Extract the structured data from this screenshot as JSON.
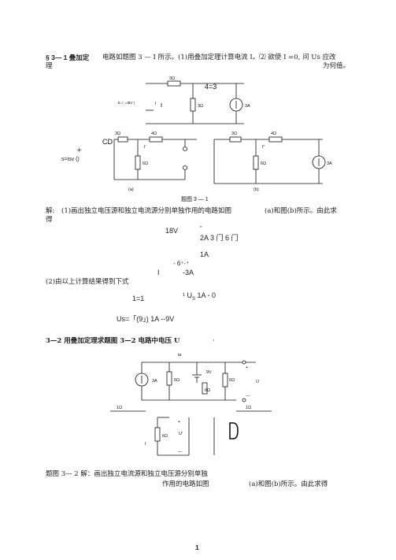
{
  "problem1": {
    "header_num": "§ 3— 1 叠加定",
    "header_li": "理",
    "statement": "电路如题图 3 — I 所示。(1)用叠加定理计算电流 I。⑵ 欲使 I =0, 问 Us 应改",
    "statement_end": "为何值。",
    "figure": {
      "top_r": "3Ω",
      "top_big": "4=3",
      "top_us": "Eノ,=IBV |",
      "top_i": "I",
      "top_r2": "3Ω",
      "top_src": "3A",
      "a_r1": "3Ω",
      "a_cd": "CD",
      "a_r2": "4Ω",
      "a_i": "I'",
      "a_r3": "6Ω",
      "a_plus": "+",
      "a_src": "s=isv ()",
      "a_label": "(a)",
      "b_r1": "3Ω",
      "b_r2": "4Ω",
      "b_i": "I\"",
      "b_r3": "6Ω",
      "b_src": "3A",
      "b_label": "(b)",
      "caption": "题图 3 — 1"
    },
    "solution_label": "解:",
    "solution_1a": "(1)画出独立电压源和独立电流源分别单独作用的电路如图",
    "solution_1b": "(a)和图(b)所示。由此求",
    "solution_de": "得",
    "eq_18v": "18V",
    "eq_quote": "\"",
    "eq_2a": "2A 3 门 6 门",
    "eq_1a": "1A",
    "eq_6": "- 6⁺·⁺",
    "eq_i": "I",
    "eq_3a": "-3A",
    "part2": "(2)由以上计算结果得到下式",
    "eq_l1": "1=1",
    "eq_us_frac": "¹ U",
    "eq_us_sub": "S",
    "eq_us_rest": " 1A - 0",
    "eq_result": "Us=「(9」) 1A     --9V"
  },
  "problem2": {
    "statement": "3—2 用叠加定理求题图 3—2 电路中电压 U",
    "dot": "·",
    "figure": {
      "ia": "ia",
      "src": "3A",
      "r1": "5Ω",
      "v": "9V",
      "r2": "6Ω",
      "r3": "6Ω",
      "plus": "+",
      "u": "U",
      "minus": "—",
      "left_1": "1Ω",
      "right_1": "1Ω",
      "b_r": "6Ω",
      "b_u": "U'",
      "b_plus": "+",
      "b_minus": "—",
      "b_i": "I"
    },
    "solution_a": "题图 3— 2 解：画出独立电流源和独立电压源分别单独",
    "solution_b": "作用的电路如图",
    "solution_c": "(a)和图(b)所示。由此求得"
  },
  "page_number": "1"
}
